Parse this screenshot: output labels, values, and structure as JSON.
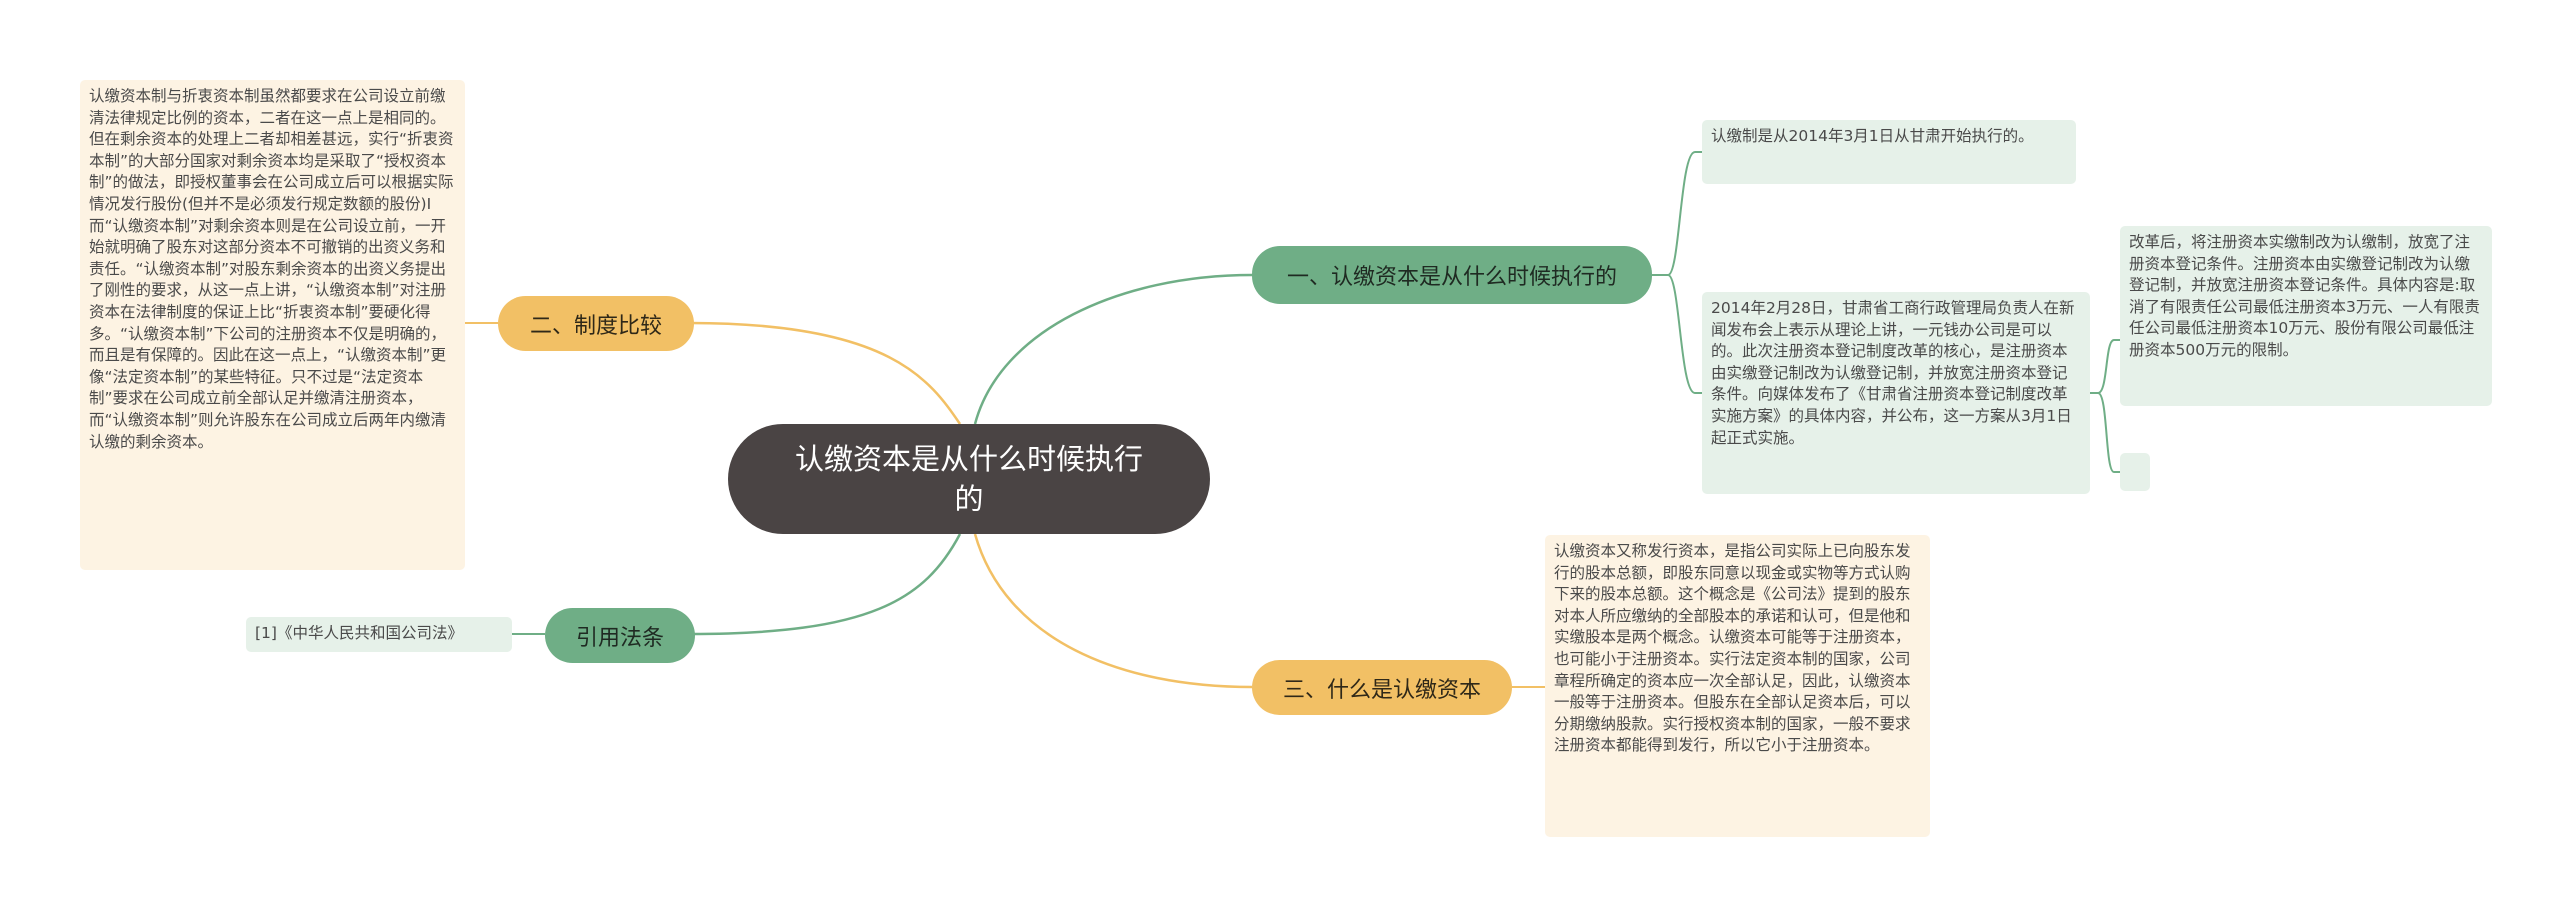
{
  "colors": {
    "green": "#6fae86",
    "orange": "#f2c065",
    "center": "#4a4444",
    "leaf_green": "#e6f1e9",
    "leaf_orange": "#fdf3e3"
  },
  "center": {
    "title": "认缴资本是从什么时候执行的"
  },
  "branches": [
    {
      "title": "一、认缴资本是从什么时候执行的",
      "children": [
        {
          "text": "认缴制是从2014年3月1日从甘肃开始执行的。"
        },
        {
          "text": "2014年2月28日，甘肃省工商行政管理局负责人在新闻发布会上表示从理论上讲，一元钱办公司是可以的。此次注册资本登记制度改革的核心，是注册资本由实缴登记制改为认缴登记制，并放宽注册资本登记条件。向媒体发布了《甘肃省注册资本登记制度改革实施方案》的具体内容，并公布，这一方案从3月1日起正式实施。",
          "children": [
            {
              "text": "改革后，将注册资本实缴制改为认缴制，放宽了注册资本登记条件。注册资本由实缴登记制改为认缴登记制，并放宽注册资本登记条件。具体内容是:取消了有限责任公司最低注册资本3万元、一人有限责任公司最低注册资本10万元、股份有限公司最低注册资本500万元的限制。"
            },
            {
              "text": ""
            }
          ]
        }
      ]
    },
    {
      "title": "二、制度比较",
      "children": [
        {
          "text": "认缴资本制与折衷资本制虽然都要求在公司设立前缴清法律规定比例的资本，二者在这一点上是相同的。但在剩余资本的处理上二者却相差甚远，实行“折衷资本制”的大部分国家对剩余资本均是采取了“授权资本制”的做法，即授权董事会在公司成立后可以根据实际情况发行股份(但并不是必须发行规定数额的股份)I而“认缴资本制”对剩余资本则是在公司设立前，一开始就明确了股东对这部分资本不可撤销的出资义务和责任。“认缴资本制”对股东剩余资本的出资义务提出了刚性的要求，从这一点上讲，“认缴资本制”对注册资本在法律制度的保证上比“折衷资本制”要硬化得多。“认缴资本制”下公司的注册资本不仅是明确的，而且是有保障的。因此在这一点上，“认缴资本制”更像“法定资本制”的某些特征。只不过是“法定资本制”要求在公司成立前全部认足并缴清注册资本，而“认缴资本制”则允许股东在公司成立后两年内缴清认缴的剩余资本。"
        }
      ]
    },
    {
      "title": "引用法条",
      "children": [
        {
          "text": "[1]《中华人民共和国公司法》"
        }
      ]
    },
    {
      "title": "三、什么是认缴资本",
      "children": [
        {
          "text": "认缴资本又称发行资本，是指公司实际上已向股东发行的股本总额，即股东同意以现金或实物等方式认购下来的股本总额。这个概念是《公司法》提到的股东对本人所应缴纳的全部股本的承诺和认可，但是他和实缴股本是两个概念。认缴资本可能等于注册资本，也可能小于注册资本。实行法定资本制的国家，公司章程所确定的资本应一次全部认足，因此，认缴资本一般等于注册资本。但股东在全部认足资本后，可以分期缴纳股款。实行授权资本制的国家，一般不要求注册资本都能得到发行，所以它小于注册资本。"
        }
      ]
    }
  ]
}
